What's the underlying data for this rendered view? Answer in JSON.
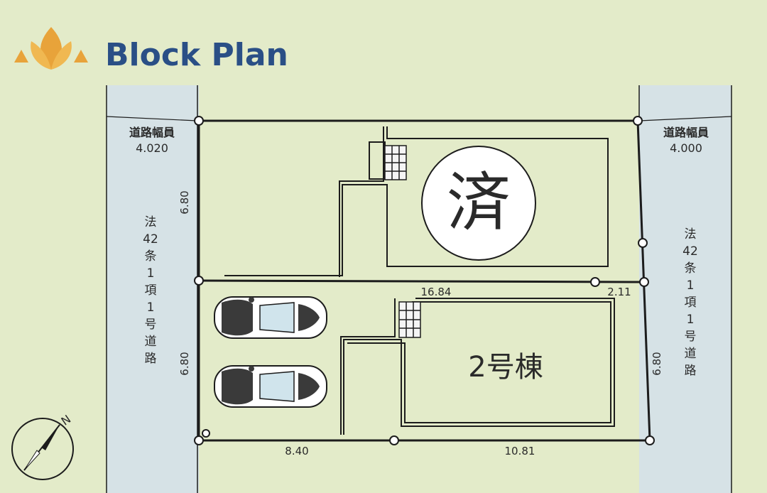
{
  "title": "Block Plan",
  "colors": {
    "background": "#e3ebc9",
    "road": "#d6e2e6",
    "title": "#2a4f86",
    "logo": "#e8a33a",
    "line": "#1c1c1c"
  },
  "icons": [
    "lotus-logo-icon",
    "north-arrow-icon",
    "car-icon"
  ],
  "left_road": {
    "width_label": "道路幅員",
    "width_value": "4.020",
    "type_label": [
      "法",
      "42",
      "条",
      "1",
      "項",
      "1",
      "号",
      "道",
      "路"
    ]
  },
  "right_road": {
    "width_label": "道路幅員",
    "width_value": "4.000",
    "type_label": [
      "法",
      "42",
      "条",
      "1",
      "項",
      "1",
      "号",
      "道",
      "路"
    ]
  },
  "lot1": {
    "sold_mark": "済",
    "depth": "6.80"
  },
  "lot2": {
    "name": "2号棟",
    "depth_left": "6.80",
    "depth_right": "6.80"
  },
  "dimensions": {
    "mid_width": "16.84",
    "mid_right": "2.11",
    "bottom_left": "8.40",
    "bottom_right": "10.81"
  },
  "compass": {
    "north_label": "N"
  }
}
